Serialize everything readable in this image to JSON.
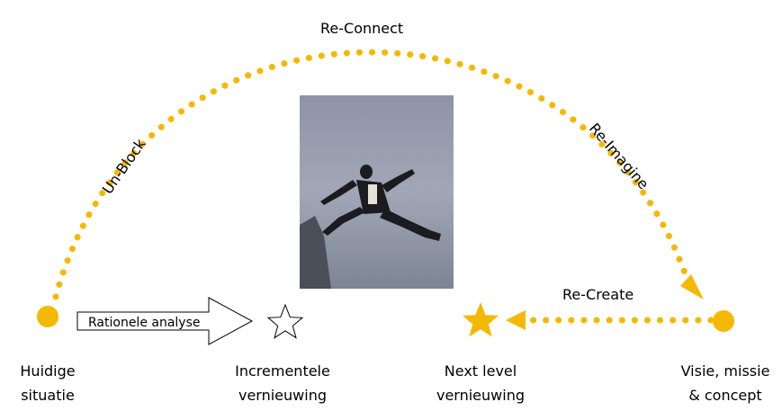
{
  "colors": {
    "accent": "#F5B800",
    "outline": "#000000",
    "photo_sky": "#8c93a3"
  },
  "stages": {
    "unblock": "Un-Block",
    "reconnect": "Re-Connect",
    "reimagine": "Re-Imagine",
    "recreate": "Re-Create"
  },
  "arrow_label": "Rationele analyse",
  "nodes": {
    "current": {
      "line1": "Huidige",
      "line2": "situatie"
    },
    "incremental": {
      "line1": "Incrementele",
      "line2": "vernieuwing"
    },
    "next_level": {
      "line1": "Next level",
      "line2": "vernieuwing"
    },
    "vision": {
      "line1": "Visie, missie",
      "line2": "& concept"
    }
  },
  "icons": {
    "start_marker": "filled-circle",
    "end_marker": "filled-circle",
    "incremental_marker": "outline-star",
    "next_level_marker": "filled-star",
    "photo": "jumping-businessman-photo"
  }
}
